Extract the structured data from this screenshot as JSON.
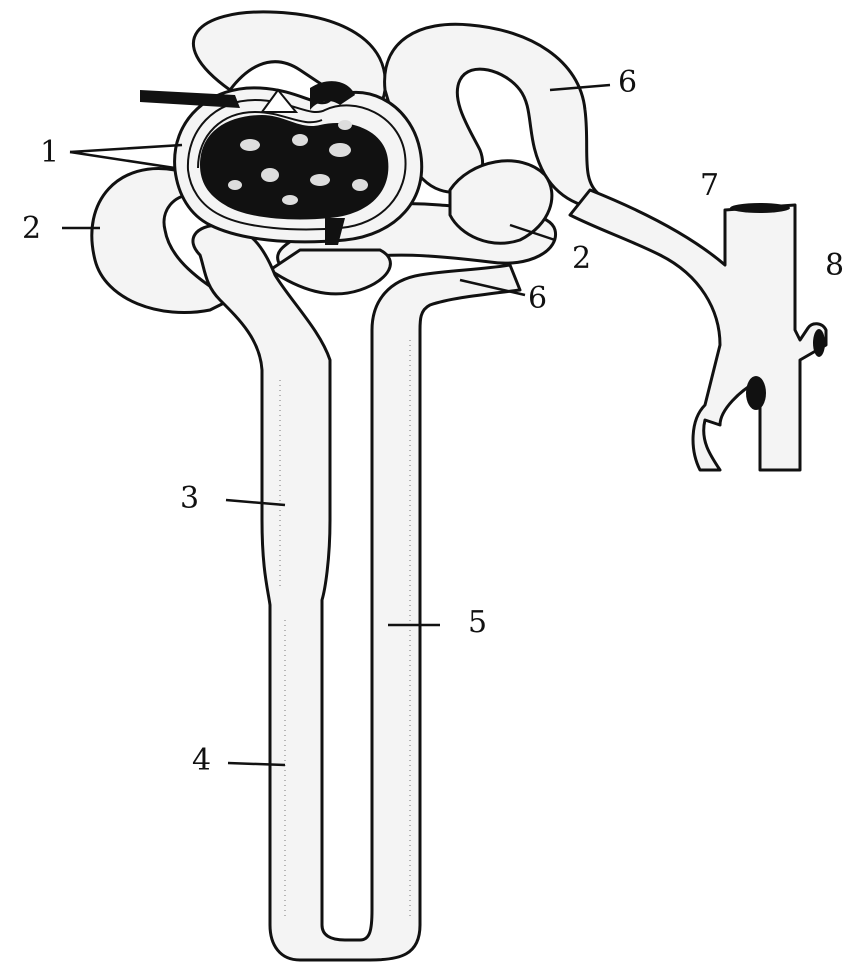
{
  "labels": {
    "l1": "1",
    "l2a": "2",
    "l2b": "2",
    "l3": "3",
    "l4": "4",
    "l5": "5",
    "l6a": "6",
    "l6b": "6",
    "l7": "7",
    "l8": "8"
  }
}
